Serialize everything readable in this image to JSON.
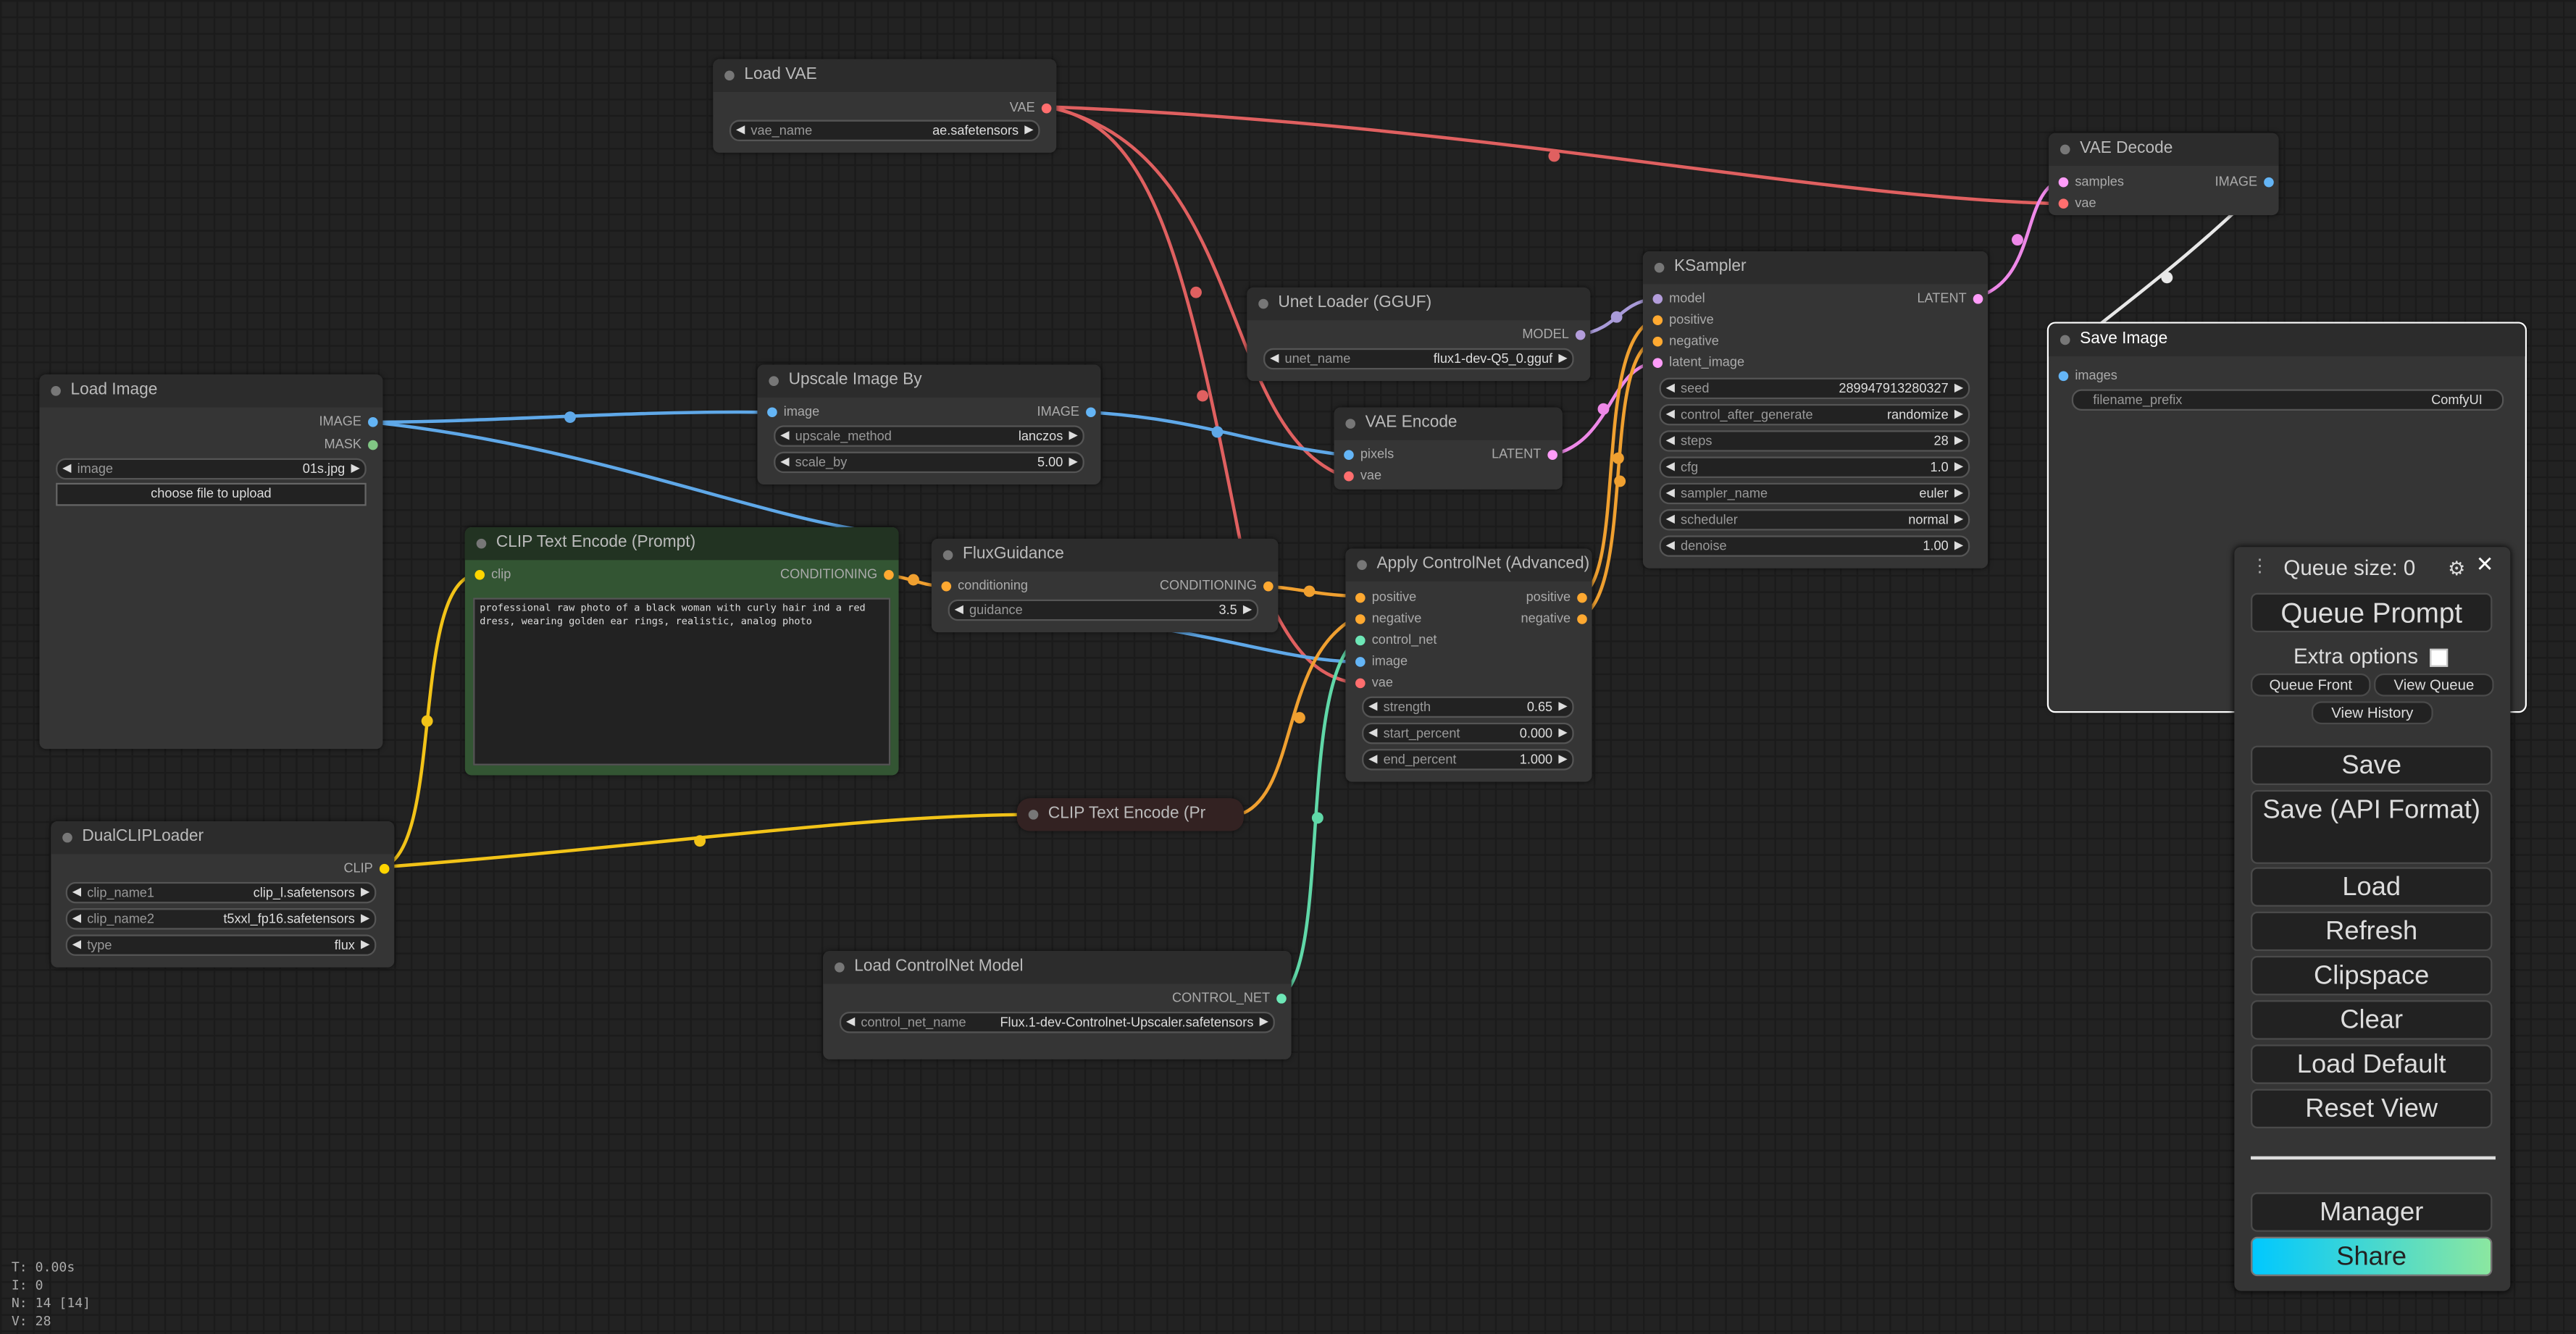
{
  "nodes": {
    "load_vae": {
      "title": "Load VAE",
      "out": "VAE",
      "w_name": "vae_name",
      "w_value": "ae.safetensors"
    },
    "vae_decode": {
      "title": "VAE Decode",
      "in1": "samples",
      "in2": "vae",
      "out": "IMAGE"
    },
    "unet_loader": {
      "title": "Unet Loader (GGUF)",
      "out": "MODEL",
      "w_name": "unet_name",
      "w_value": "flux1-dev-Q5_0.gguf"
    },
    "ksampler": {
      "title": "KSampler",
      "inputs": [
        "model",
        "positive",
        "negative",
        "latent_image"
      ],
      "out": "LATENT",
      "widgets": [
        {
          "name": "seed",
          "value": "289947913280327"
        },
        {
          "name": "control_after_generate",
          "value": "randomize"
        },
        {
          "name": "steps",
          "value": "28"
        },
        {
          "name": "cfg",
          "value": "1.0"
        },
        {
          "name": "sampler_name",
          "value": "euler"
        },
        {
          "name": "scheduler",
          "value": "normal"
        },
        {
          "name": "denoise",
          "value": "1.00"
        }
      ]
    },
    "save_image": {
      "title": "Save Image",
      "in": "images",
      "w_name": "filename_prefix",
      "w_value": "ComfyUI"
    },
    "load_image": {
      "title": "Load Image",
      "out1": "IMAGE",
      "out2": "MASK",
      "w_name": "image",
      "w_value": "01s.jpg",
      "upload": "choose file to upload"
    },
    "upscale": {
      "title": "Upscale Image By",
      "in": "image",
      "out": "IMAGE",
      "w1_name": "upscale_method",
      "w1_value": "lanczos",
      "w2_name": "scale_by",
      "w2_value": "5.00"
    },
    "vae_encode": {
      "title": "VAE Encode",
      "in1": "pixels",
      "in2": "vae",
      "out": "LATENT"
    },
    "clip_text": {
      "title": "CLIP Text Encode (Prompt)",
      "in": "clip",
      "out": "CONDITIONING",
      "text": "professional raw photo of a black woman with curly hair ind a red dress, wearing golden ear rings, realistic, analog photo"
    },
    "flux_guidance": {
      "title": "FluxGuidance",
      "in": "conditioning",
      "out": "CONDITIONING",
      "w_name": "guidance",
      "w_value": "3.5"
    },
    "apply_controlnet": {
      "title": "Apply ControlNet (Advanced)",
      "inputs": [
        "positive",
        "negative",
        "control_net",
        "image",
        "vae"
      ],
      "out1": "positive",
      "out2": "negative",
      "widgets": [
        {
          "name": "strength",
          "value": "0.65"
        },
        {
          "name": "start_percent",
          "value": "0.000"
        },
        {
          "name": "end_percent",
          "value": "1.000"
        }
      ]
    },
    "dual_clip": {
      "title": "DualCLIPLoader",
      "out": "CLIP",
      "widgets": [
        {
          "name": "clip_name1",
          "value": "clip_l.safetensors"
        },
        {
          "name": "clip_name2",
          "value": "t5xxl_fp16.safetensors"
        },
        {
          "name": "type",
          "value": "flux"
        }
      ]
    },
    "clip_text_collapsed": {
      "title": "CLIP Text Encode (Pr"
    },
    "load_controlnet": {
      "title": "Load ControlNet Model",
      "out": "CONTROL_NET",
      "w_name": "control_net_name",
      "w_value": "Flux.1-dev-Controlnet-Upscaler.safetensors"
    }
  },
  "panel": {
    "queue_size": "Queue size: 0",
    "queue_prompt": "Queue Prompt",
    "extra_options": "Extra options",
    "queue_front": "Queue Front",
    "view_queue": "View Queue",
    "view_history": "View History",
    "save": "Save",
    "save_api": "Save (API Format)",
    "load": "Load",
    "refresh": "Refresh",
    "clipspace": "Clipspace",
    "clear": "Clear",
    "load_default": "Load Default",
    "reset_view": "Reset View",
    "manager": "Manager",
    "share": "Share"
  },
  "status": {
    "t": "T: 0.00s",
    "i": "I: 0",
    "n": "N: 14 [14]",
    "v": "V: 28"
  },
  "colors": {
    "vae": "#ff6e6e",
    "image": "#64b5f6",
    "latent": "#ff9cf9",
    "conditioning": "#ffa931",
    "clip": "#ffd500",
    "model": "#b39ddb",
    "control_net": "#6ee7b7",
    "mask": "#81c784"
  }
}
